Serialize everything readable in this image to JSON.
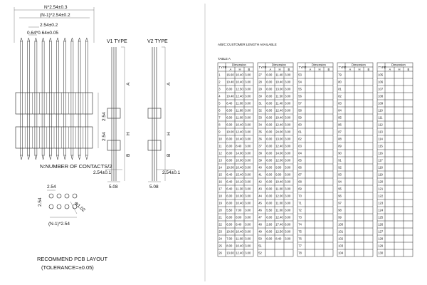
{
  "drawing": {
    "dim_top1": "N*2.54±0.3",
    "dim_top2": "(N-1)*2.54±0.2",
    "dim_pitch": "2.54±0.2",
    "dim_pin": "0.64*0.64±0.05",
    "dim_side1": "2.54",
    "dim_side2": "2.54",
    "note_contacts": "N:NUMBER OF CONTACTS/2",
    "v1_title": "V1 TYPE",
    "v2_title": "V2 TYPE",
    "dim_v1_bottom": "2.54±0.1",
    "dim_v2_bottom": "2.54±0.1",
    "dim_v1_width": "5.08",
    "dim_v2_width": "5.08",
    "label_a": "A",
    "label_h": "H",
    "label_b": "B",
    "pcb_dim_top": "2.54",
    "pcb_dim_side": "2.54",
    "pcb_dim_bottom": "(N-1)*2.54",
    "pcb_hole": "Φ1.02",
    "pcb_title": "RECOMMEND PCB LAYOUT",
    "pcb_tolerance": "(TOLERANCE=±0.05)"
  },
  "table": {
    "title": "A/B/C:CUSTOMER LENGTH AVAILABLE",
    "subtitle": "TABLE A",
    "header_type": "TYPE",
    "header_dimension": "Dimension",
    "sub_a": "A",
    "sub_h": "H",
    "sub_b": "B",
    "columns": [
      {
        "rows": [
          [
            "1",
            "16.60",
            "10.40",
            "3.00"
          ],
          [
            "2",
            "10.40",
            "10.40",
            "3.00"
          ],
          [
            "3",
            "6.00",
            "12.50",
            "3.00"
          ],
          [
            "4",
            "10.40",
            "12.40",
            "3.00"
          ],
          [
            "5",
            "6.40",
            "11.00",
            "3.00"
          ],
          [
            "6",
            "6.00",
            "11.80",
            "3.00"
          ],
          [
            "7",
            "6.00",
            "11.00",
            "3.00"
          ],
          [
            "8",
            "6.00",
            "10.40",
            "3.00"
          ],
          [
            "9",
            "10.00",
            "12.40",
            "3.00"
          ],
          [
            "10",
            "6.00",
            "10.40",
            "3.00"
          ],
          [
            "11",
            "6.00",
            "8.40",
            "3.00"
          ],
          [
            "12",
            "6.00",
            "14.00",
            "3.00"
          ],
          [
            "13",
            "6.00",
            "10.00",
            "3.00"
          ],
          [
            "14",
            "10.00",
            "10.40",
            "3.00"
          ],
          [
            "15",
            "6.40",
            "15.40",
            "3.00"
          ],
          [
            "16",
            "6.40",
            "10.10",
            "3.00"
          ],
          [
            "17",
            "6.40",
            "11.30",
            "3.00"
          ],
          [
            "18",
            "6.00",
            "10.00",
            "3.00"
          ],
          [
            "19",
            "6.00",
            "10.40",
            "3.00"
          ],
          [
            "20",
            "5.50",
            "7.00",
            "3.00"
          ],
          [
            "21",
            "6.00",
            "8.00",
            "3.00"
          ],
          [
            "22",
            "6.00",
            "8.40",
            "3.00"
          ],
          [
            "23",
            "10.00",
            "10.40",
            "3.00"
          ],
          [
            "24",
            "7.00",
            "11.00",
            "3.00"
          ],
          [
            "25",
            "8.00",
            "10.40",
            "3.00"
          ],
          [
            "26",
            "13.60",
            "12.40",
            "3.00"
          ]
        ]
      },
      {
        "rows": [
          [
            "27",
            "6.00",
            "11.40",
            "3.00"
          ],
          [
            "28",
            "6.00",
            "10.40",
            "3.00"
          ],
          [
            "29",
            "6.00",
            "13.00",
            "3.00"
          ],
          [
            "30",
            "8.00",
            "11.50",
            "3.00"
          ],
          [
            "31",
            "6.00",
            "11.40",
            "3.00"
          ],
          [
            "32",
            "6.00",
            "12.40",
            "3.00"
          ],
          [
            "33",
            "6.00",
            "10.40",
            "3.00"
          ],
          [
            "34",
            "6.00",
            "12.40",
            "3.00"
          ],
          [
            "35",
            "6.00",
            "24.00",
            "3.00"
          ],
          [
            "36",
            "6.00",
            "13.00",
            "3.00"
          ],
          [
            "37",
            "6.00",
            "12.40",
            "3.00"
          ],
          [
            "38",
            "6.00",
            "14.00",
            "3.00"
          ],
          [
            "39",
            "6.00",
            "12.00",
            "3.00"
          ],
          [
            "40",
            "6.00",
            "9.00",
            "3.00"
          ],
          [
            "41",
            "6.00",
            "9.00",
            "3.00"
          ],
          [
            "42",
            "6.00",
            "10.40",
            "3.00"
          ],
          [
            "43",
            "6.00",
            "11.00",
            "3.00"
          ],
          [
            "44",
            "6.00",
            "12.00",
            "3.00"
          ],
          [
            "45",
            "6.00",
            "11.00",
            "3.00"
          ],
          [
            "46",
            "5.50",
            "11.00",
            "3.00"
          ],
          [
            "47",
            "6.00",
            "12.40",
            "3.00"
          ],
          [
            "48",
            "2.60",
            "17.40",
            "6.00"
          ],
          [
            "49",
            "6.00",
            "12.50",
            "3.00"
          ],
          [
            "50",
            "6.00",
            "8.40",
            "3.00"
          ],
          [
            "51",
            "",
            "",
            " "
          ],
          [
            "52",
            "",
            "",
            " "
          ]
        ]
      },
      {
        "rows": [
          [
            "53",
            "",
            "",
            ""
          ],
          [
            "54",
            "",
            "",
            ""
          ],
          [
            "55",
            "",
            "",
            ""
          ],
          [
            "56",
            "",
            "",
            ""
          ],
          [
            "57",
            "",
            "",
            ""
          ],
          [
            "58",
            "",
            "",
            ""
          ],
          [
            "59",
            "",
            "",
            ""
          ],
          [
            "60",
            "",
            "",
            ""
          ],
          [
            "61",
            "",
            "",
            ""
          ],
          [
            "62",
            "",
            "",
            ""
          ],
          [
            "63",
            "",
            "",
            ""
          ],
          [
            "64",
            "",
            "",
            ""
          ],
          [
            "65",
            "",
            "",
            ""
          ],
          [
            "66",
            "",
            "",
            ""
          ],
          [
            "67",
            "",
            "",
            ""
          ],
          [
            "68",
            "",
            "",
            ""
          ],
          [
            "69",
            "",
            "",
            ""
          ],
          [
            "70",
            "",
            "",
            ""
          ],
          [
            "71",
            "",
            "",
            ""
          ],
          [
            "72",
            "",
            "",
            ""
          ],
          [
            "73",
            "",
            "",
            ""
          ],
          [
            "74",
            "",
            "",
            ""
          ],
          [
            "75",
            "",
            "",
            ""
          ],
          [
            "76",
            "",
            "",
            ""
          ],
          [
            "77",
            "",
            "",
            ""
          ],
          [
            "78",
            "",
            "",
            ""
          ]
        ]
      },
      {
        "rows": [
          [
            "79",
            "",
            "",
            ""
          ],
          [
            "80",
            "",
            "",
            ""
          ],
          [
            "81",
            "",
            "",
            ""
          ],
          [
            "82",
            "",
            "",
            ""
          ],
          [
            "83",
            "",
            "",
            ""
          ],
          [
            "84",
            "",
            "",
            ""
          ],
          [
            "85",
            "",
            "",
            ""
          ],
          [
            "86",
            "",
            "",
            ""
          ],
          [
            "87",
            "",
            "",
            ""
          ],
          [
            "88",
            "",
            "",
            ""
          ],
          [
            "89",
            "",
            "",
            ""
          ],
          [
            "90",
            "",
            "",
            ""
          ],
          [
            "91",
            "",
            "",
            ""
          ],
          [
            "92",
            "",
            "",
            ""
          ],
          [
            "93",
            "",
            "",
            ""
          ],
          [
            "94",
            "",
            "",
            ""
          ],
          [
            "95",
            "",
            "",
            ""
          ],
          [
            "96",
            "",
            "",
            ""
          ],
          [
            "97",
            "",
            "",
            ""
          ],
          [
            "98",
            "",
            "",
            ""
          ],
          [
            "99",
            "",
            "",
            ""
          ],
          [
            "100",
            "",
            "",
            ""
          ],
          [
            "101",
            "",
            "",
            ""
          ],
          [
            "102",
            "",
            "",
            ""
          ],
          [
            "103",
            "",
            "",
            ""
          ],
          [
            "104",
            "",
            "",
            ""
          ]
        ]
      },
      {
        "rows": [
          [
            "105",
            "",
            "",
            ""
          ],
          [
            "106",
            "",
            "",
            ""
          ],
          [
            "107",
            "",
            "",
            ""
          ],
          [
            "108",
            "",
            "",
            ""
          ],
          [
            "109",
            "",
            "",
            ""
          ],
          [
            "110",
            "",
            "",
            ""
          ],
          [
            "111",
            "",
            "",
            ""
          ],
          [
            "112",
            "",
            "",
            ""
          ],
          [
            "113",
            "",
            "",
            ""
          ],
          [
            "114",
            "",
            "",
            ""
          ],
          [
            "115",
            "",
            "",
            ""
          ],
          [
            "116",
            "",
            "",
            ""
          ],
          [
            "117",
            "",
            "",
            ""
          ],
          [
            "118",
            "",
            "",
            ""
          ],
          [
            "119",
            "",
            "",
            ""
          ],
          [
            "120",
            "",
            "",
            ""
          ],
          [
            "121",
            "",
            "",
            ""
          ],
          [
            "122",
            "",
            "",
            ""
          ],
          [
            "123",
            "",
            "",
            ""
          ],
          [
            "124",
            "",
            "",
            ""
          ],
          [
            "125",
            "",
            "",
            ""
          ],
          [
            "126",
            "",
            "",
            ""
          ],
          [
            "127",
            "",
            "",
            ""
          ],
          [
            "128",
            "",
            "",
            ""
          ],
          [
            "129",
            "",
            "",
            ""
          ],
          [
            "130",
            "",
            "",
            ""
          ]
        ]
      }
    ]
  }
}
